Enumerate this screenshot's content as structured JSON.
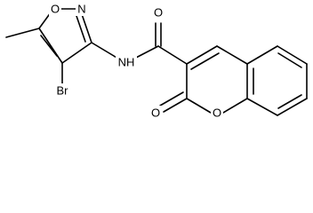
{
  "molecule": {
    "atoms": [
      {
        "id": "ring_O",
        "label": "O"
      },
      {
        "id": "ring_N",
        "label": "N"
      },
      {
        "id": "Br",
        "label": "Br"
      },
      {
        "id": "NH",
        "label": "NH"
      },
      {
        "id": "O_amide",
        "label": "O"
      },
      {
        "id": "O_lactone",
        "label": "O"
      },
      {
        "id": "O_keto",
        "label": "O"
      }
    ]
  }
}
